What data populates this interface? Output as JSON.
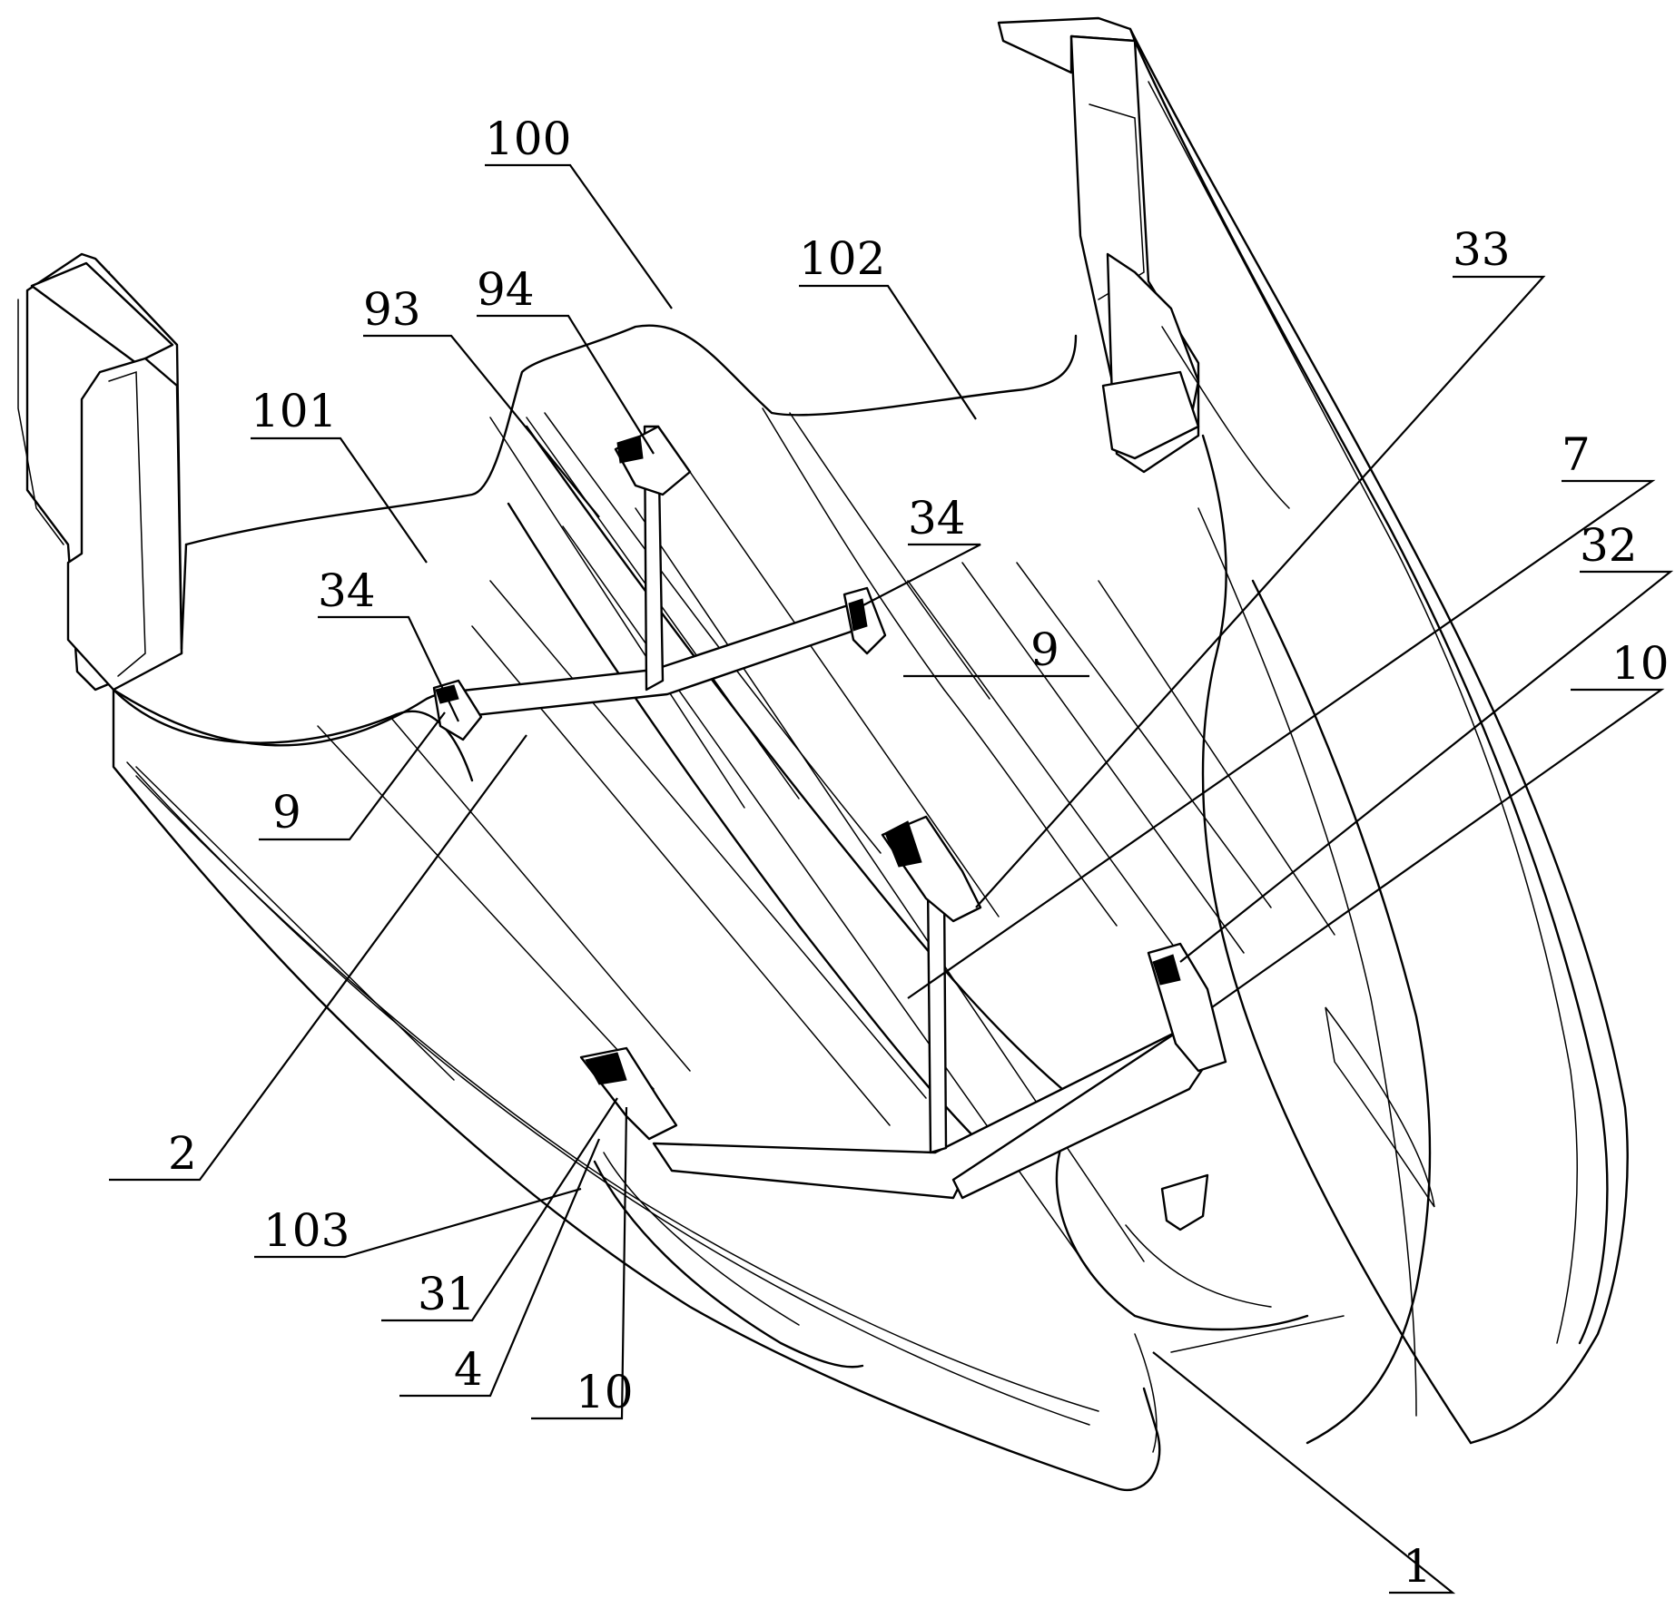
{
  "figure": {
    "type": "patent-perspective-drawing",
    "subject": "catamaran hull with connecting frame",
    "labels": [
      {
        "id": "lbl-100",
        "text": "100"
      },
      {
        "id": "lbl-94",
        "text": "94"
      },
      {
        "id": "lbl-93",
        "text": "93"
      },
      {
        "id": "lbl-102",
        "text": "102"
      },
      {
        "id": "lbl-33",
        "text": "33"
      },
      {
        "id": "lbl-101",
        "text": "101"
      },
      {
        "id": "lbl-34a",
        "text": "34"
      },
      {
        "id": "lbl-34b",
        "text": "34"
      },
      {
        "id": "lbl-7",
        "text": "7"
      },
      {
        "id": "lbl-32",
        "text": "32"
      },
      {
        "id": "lbl-9a",
        "text": "9"
      },
      {
        "id": "lbl-9b",
        "text": "9"
      },
      {
        "id": "lbl-10a",
        "text": "10"
      },
      {
        "id": "lbl-2",
        "text": "2"
      },
      {
        "id": "lbl-103",
        "text": "103"
      },
      {
        "id": "lbl-31",
        "text": "31"
      },
      {
        "id": "lbl-4",
        "text": "4"
      },
      {
        "id": "lbl-10b",
        "text": "10"
      },
      {
        "id": "lbl-1",
        "text": "1"
      }
    ]
  }
}
